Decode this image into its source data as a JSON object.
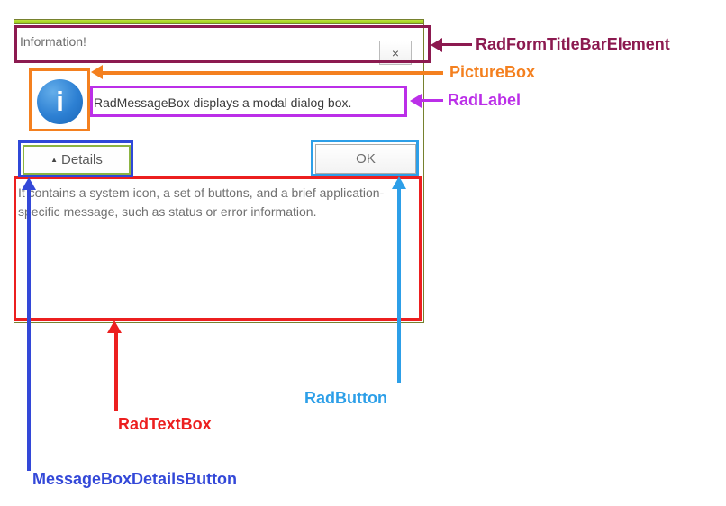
{
  "window": {
    "title": "Information!",
    "close_icon": "×"
  },
  "message_box": {
    "icon_glyph": "i",
    "message": "RadMessageBox displays a modal dialog box.",
    "details_button": {
      "collapse_icon": "▲",
      "label": "Details"
    },
    "ok_button": {
      "label": "OK"
    },
    "details_text": "It contains a system icon, a set of buttons, and a brief application-specific message, such as status or error information."
  },
  "annotations": {
    "titlebar": {
      "label": "RadFormTitleBarElement",
      "color": "#8C1A50"
    },
    "picturebox": {
      "label": "PictureBox",
      "color": "#F4801F"
    },
    "radlabel": {
      "label": "RadLabel",
      "color": "#BB2FE8"
    },
    "radtextbox": {
      "label": "RadTextBox",
      "color": "#EC1F1F"
    },
    "radbutton": {
      "label": "RadButton",
      "color": "#2D9FE8"
    },
    "details_button": {
      "label": "MessageBoxDetailsButton",
      "color": "#3348D8"
    }
  }
}
